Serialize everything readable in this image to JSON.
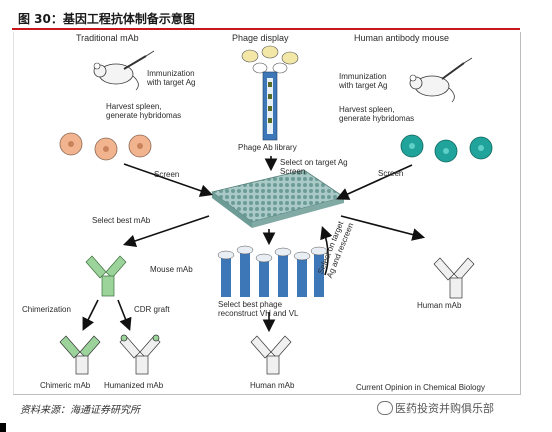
{
  "figure": {
    "title": "图 30：基因工程抗体制备示意图",
    "source": "资料来源：海通证券研究所",
    "watermark": "医药投资并购俱乐部",
    "citation": "Current Opinion in Chemical Biology"
  },
  "columns": {
    "traditional": "Traditional mAb",
    "phage": "Phage display",
    "human_mouse": "Human antibody mouse"
  },
  "labels": {
    "immunization_left": [
      "Immunization",
      "with target Ag"
    ],
    "harvest_left": [
      "Harvest spleen,",
      "generate hybridomas"
    ],
    "phage_library": "Phage Ab library",
    "immunization_right": [
      "Immunization",
      "with target Ag"
    ],
    "harvest_right": [
      "Harvest spleen,",
      "generate hybridomas"
    ],
    "screen_left": "Screen",
    "select_on_target": [
      "Select on target Ag",
      "Screen"
    ],
    "screen_right": "Screen",
    "select_best_mab": "Select best mAb",
    "mouse_mab": "Mouse mAb",
    "select_best_phage": [
      "Select best phage",
      "reconstruct VH and VL"
    ],
    "select_on_target_diag": [
      "Select on target",
      "Ag and rescreen"
    ],
    "human_mab_right": "Human mAb",
    "chimerization": "Chimerization",
    "cdr_graft": "CDR graft",
    "chimeric_mab": "Chimeric mAb",
    "humanized_mab": "Humanized mAb",
    "human_mab_center": "Human mAb"
  },
  "colors": {
    "title_rule": "#c8161d",
    "mouse_cells": "#f2b48e",
    "human_cells": "#1fa39a",
    "plate": "#8fb9b4",
    "antibody_mouse": "#9bd39b",
    "phage_tube": "#3d77b8"
  }
}
